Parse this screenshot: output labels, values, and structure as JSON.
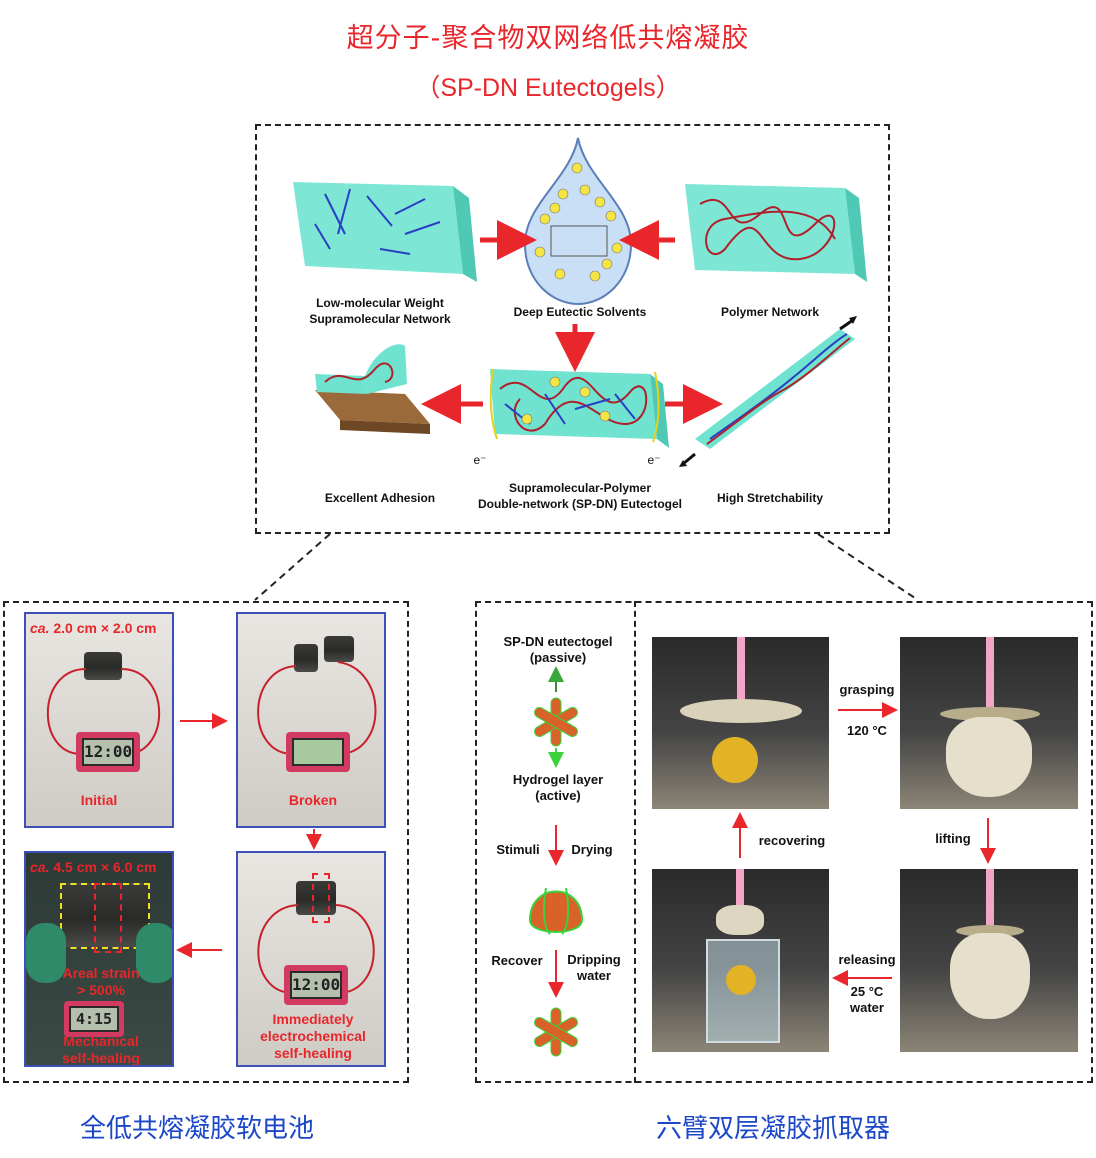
{
  "header": {
    "title_cn": "超分子-聚合物双网络低共熔凝胶",
    "title_en": "（SP-DN Eutectogels）"
  },
  "schematic": {
    "low_molecular_label_1": "Low-molecular Weight",
    "low_molecular_label_2": "Supramolecular Network",
    "des_label": "Deep Eutectic Solvents",
    "polymer_label": "Polymer Network",
    "adhesion_label": "Excellent  Adhesion",
    "spdn_label_1": "Supramolecular-Polymer",
    "spdn_label_2": "Double-network (SP-DN) Eutectogel",
    "stretch_label": "High Stretchability",
    "electron_left": "e⁻",
    "electron_right": "e⁻"
  },
  "battery": {
    "size_1": "ca. 2.0 cm × 2.0 cm",
    "size_1_prefix": "ca.",
    "size_1_rest": " 2.0 cm × 2.0 cm",
    "size_2_prefix": "ca.",
    "size_2_rest": " 4.5 cm × 6.0 cm",
    "initial": "Initial",
    "broken": "Broken",
    "areal_1": "Areal strain",
    "areal_2": "> 500%",
    "mech_1": "Mechanical",
    "mech_2": "self-healing",
    "immed_1": "Immediately",
    "immed_2": "electrochemical",
    "immed_3": "self-healing",
    "lcd_time": "12:00",
    "lcd_time_stretch": "4:15"
  },
  "gripper_schematic": {
    "spdn_1": "SP-DN eutectogel",
    "spdn_2": "(passive)",
    "hydrogel_1": "Hydrogel layer",
    "hydrogel_2": "(active)",
    "stimuli": "Stimuli",
    "drying": "Drying",
    "recover": "Recover",
    "dripping_1": "Dripping",
    "dripping_2": "water"
  },
  "gripper_photos": {
    "grasping": "grasping",
    "temp": "120 °C",
    "lifting": "lifting",
    "recovering": "recovering",
    "releasing": "releasing",
    "water_temp": "25 °C",
    "water": "water"
  },
  "footer": {
    "left_cn": "全低共熔凝胶软电池",
    "right_cn": "六臂双层凝胶抓取器"
  },
  "colors": {
    "title_red": "#e8262b",
    "footer_blue": "#1b47c9",
    "gel_teal": "#6fe3d0",
    "frame_blue": "#3d4fb8",
    "arrow_red": "#e8262b",
    "arrow_green": "#3aa83a"
  }
}
